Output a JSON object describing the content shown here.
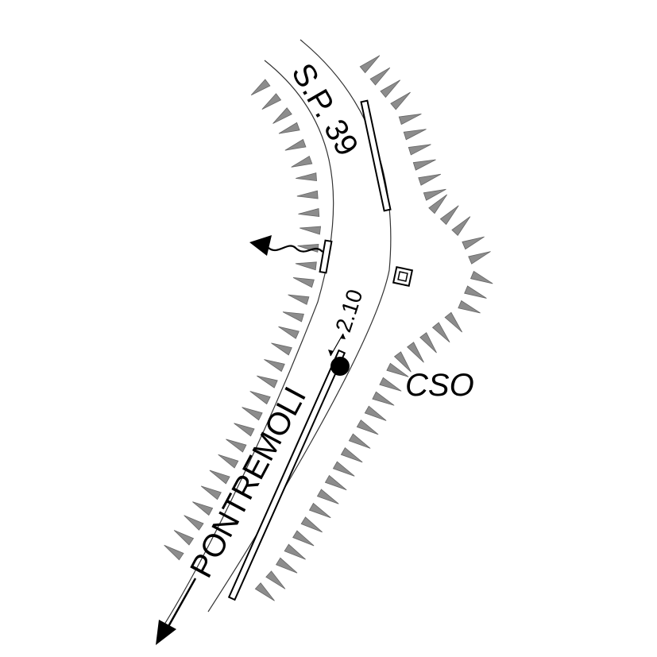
{
  "road": {
    "name": "S.P. 39",
    "direction_label": "PONTREMOLI"
  },
  "measurement": {
    "width_label": "2.10"
  },
  "site": {
    "code": "CSO"
  },
  "colors": {
    "hatch": "#8c8c8c",
    "line": "#000000"
  },
  "icons": {
    "entrance": "curved-arrow-left-icon",
    "direction": "arrow-down-left-icon",
    "point": "filled-circle-marker",
    "box": "square-marker"
  }
}
